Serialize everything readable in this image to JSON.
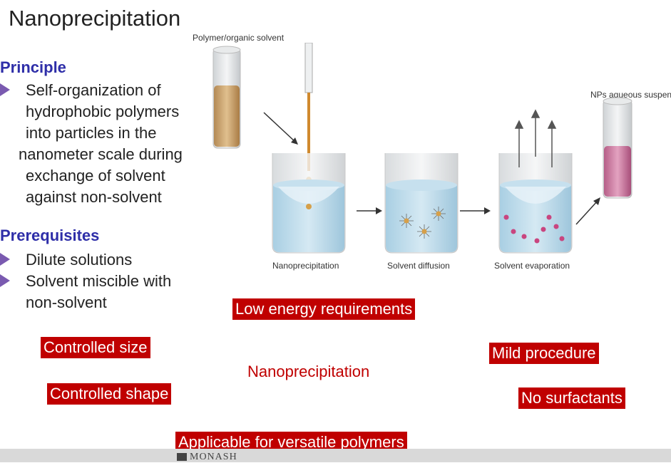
{
  "title": "Nanoprecipitation",
  "principle": {
    "heading": "Principle",
    "bullet_lines": [
      "Self-organization of",
      "hydrophobic polymers",
      "into particles in the",
      "nanometer scale during",
      "exchange of solvent",
      "against non-solvent"
    ]
  },
  "prerequisites": {
    "heading": "Prerequisites",
    "item1": "Dilute solutions",
    "item2_lines": [
      "Solvent miscible with",
      "non-solvent"
    ]
  },
  "diagram": {
    "label_polymer": "Polymer/organic solvent",
    "label_np": "NPs aqueous suspension",
    "step1": "Nanoprecipitation",
    "step2": "Solvent diffusion",
    "step3": "Solvent evaporation"
  },
  "tags": {
    "low_energy": "Low energy requirements",
    "controlled_size": "Controlled size",
    "controlled_shape": "Controlled shape",
    "mild": "Mild procedure",
    "no_surfactants": "No surfactants",
    "versatile": "Applicable for versatile polymers"
  },
  "center_label": "Nanoprecipitation",
  "footer": {
    "logo_text": "MONASH"
  },
  "colors": {
    "tag_bg": "#c00000",
    "heading": "#2e2ea8",
    "bullet": "#7a5ab0"
  }
}
